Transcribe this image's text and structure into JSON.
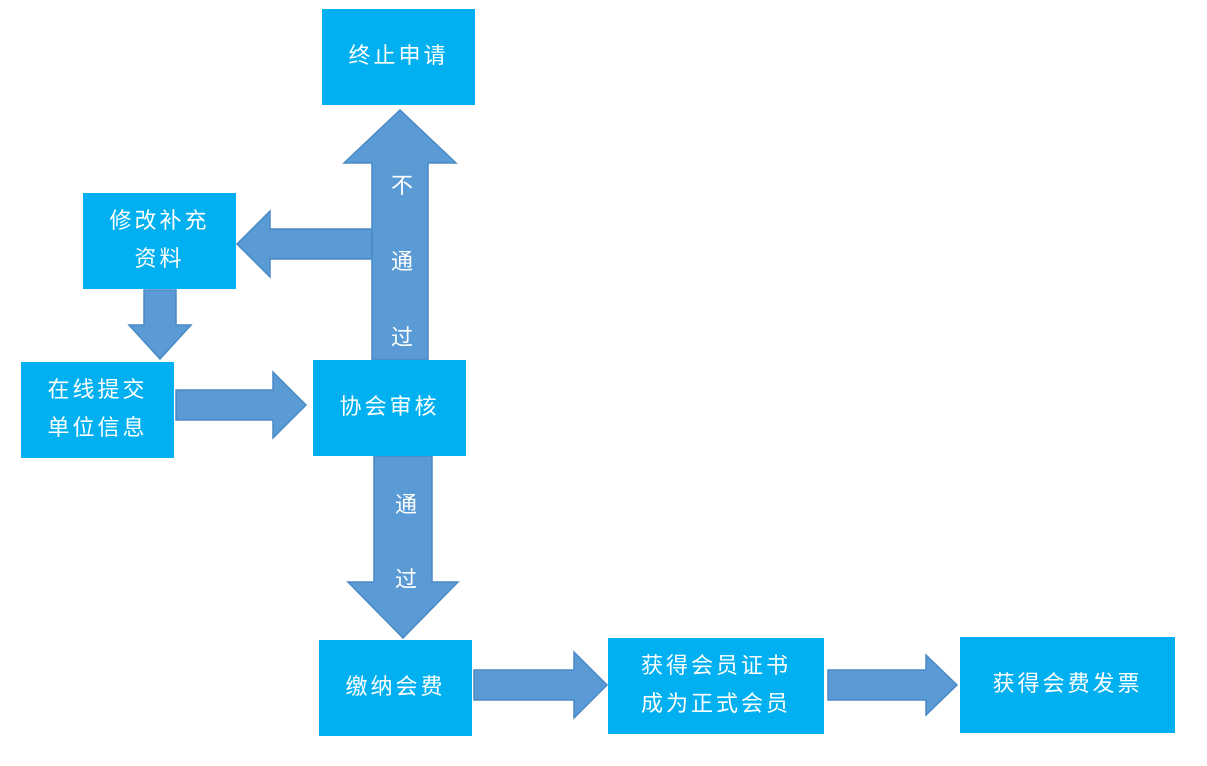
{
  "nodes": {
    "terminate": {
      "lines": [
        "终止申请"
      ]
    },
    "modify": {
      "lines": [
        "修改补充",
        "资料"
      ]
    },
    "submit": {
      "lines": [
        "在线提交",
        "单位信息"
      ]
    },
    "review": {
      "lines": [
        "协会审核"
      ]
    },
    "pay": {
      "lines": [
        "缴纳会费"
      ]
    },
    "certificate": {
      "lines": [
        "获得会员证书",
        "成为正式会员"
      ]
    },
    "invoice": {
      "lines": [
        "获得会费发票"
      ]
    }
  },
  "edges": {
    "fail": {
      "chars": [
        "不",
        "通",
        "过"
      ]
    },
    "pass": {
      "chars": [
        "通",
        "过"
      ]
    }
  },
  "colors": {
    "box_fill": "#00b0f0",
    "arrow_fill": "#5b9bd5",
    "text": "#ffffff"
  }
}
